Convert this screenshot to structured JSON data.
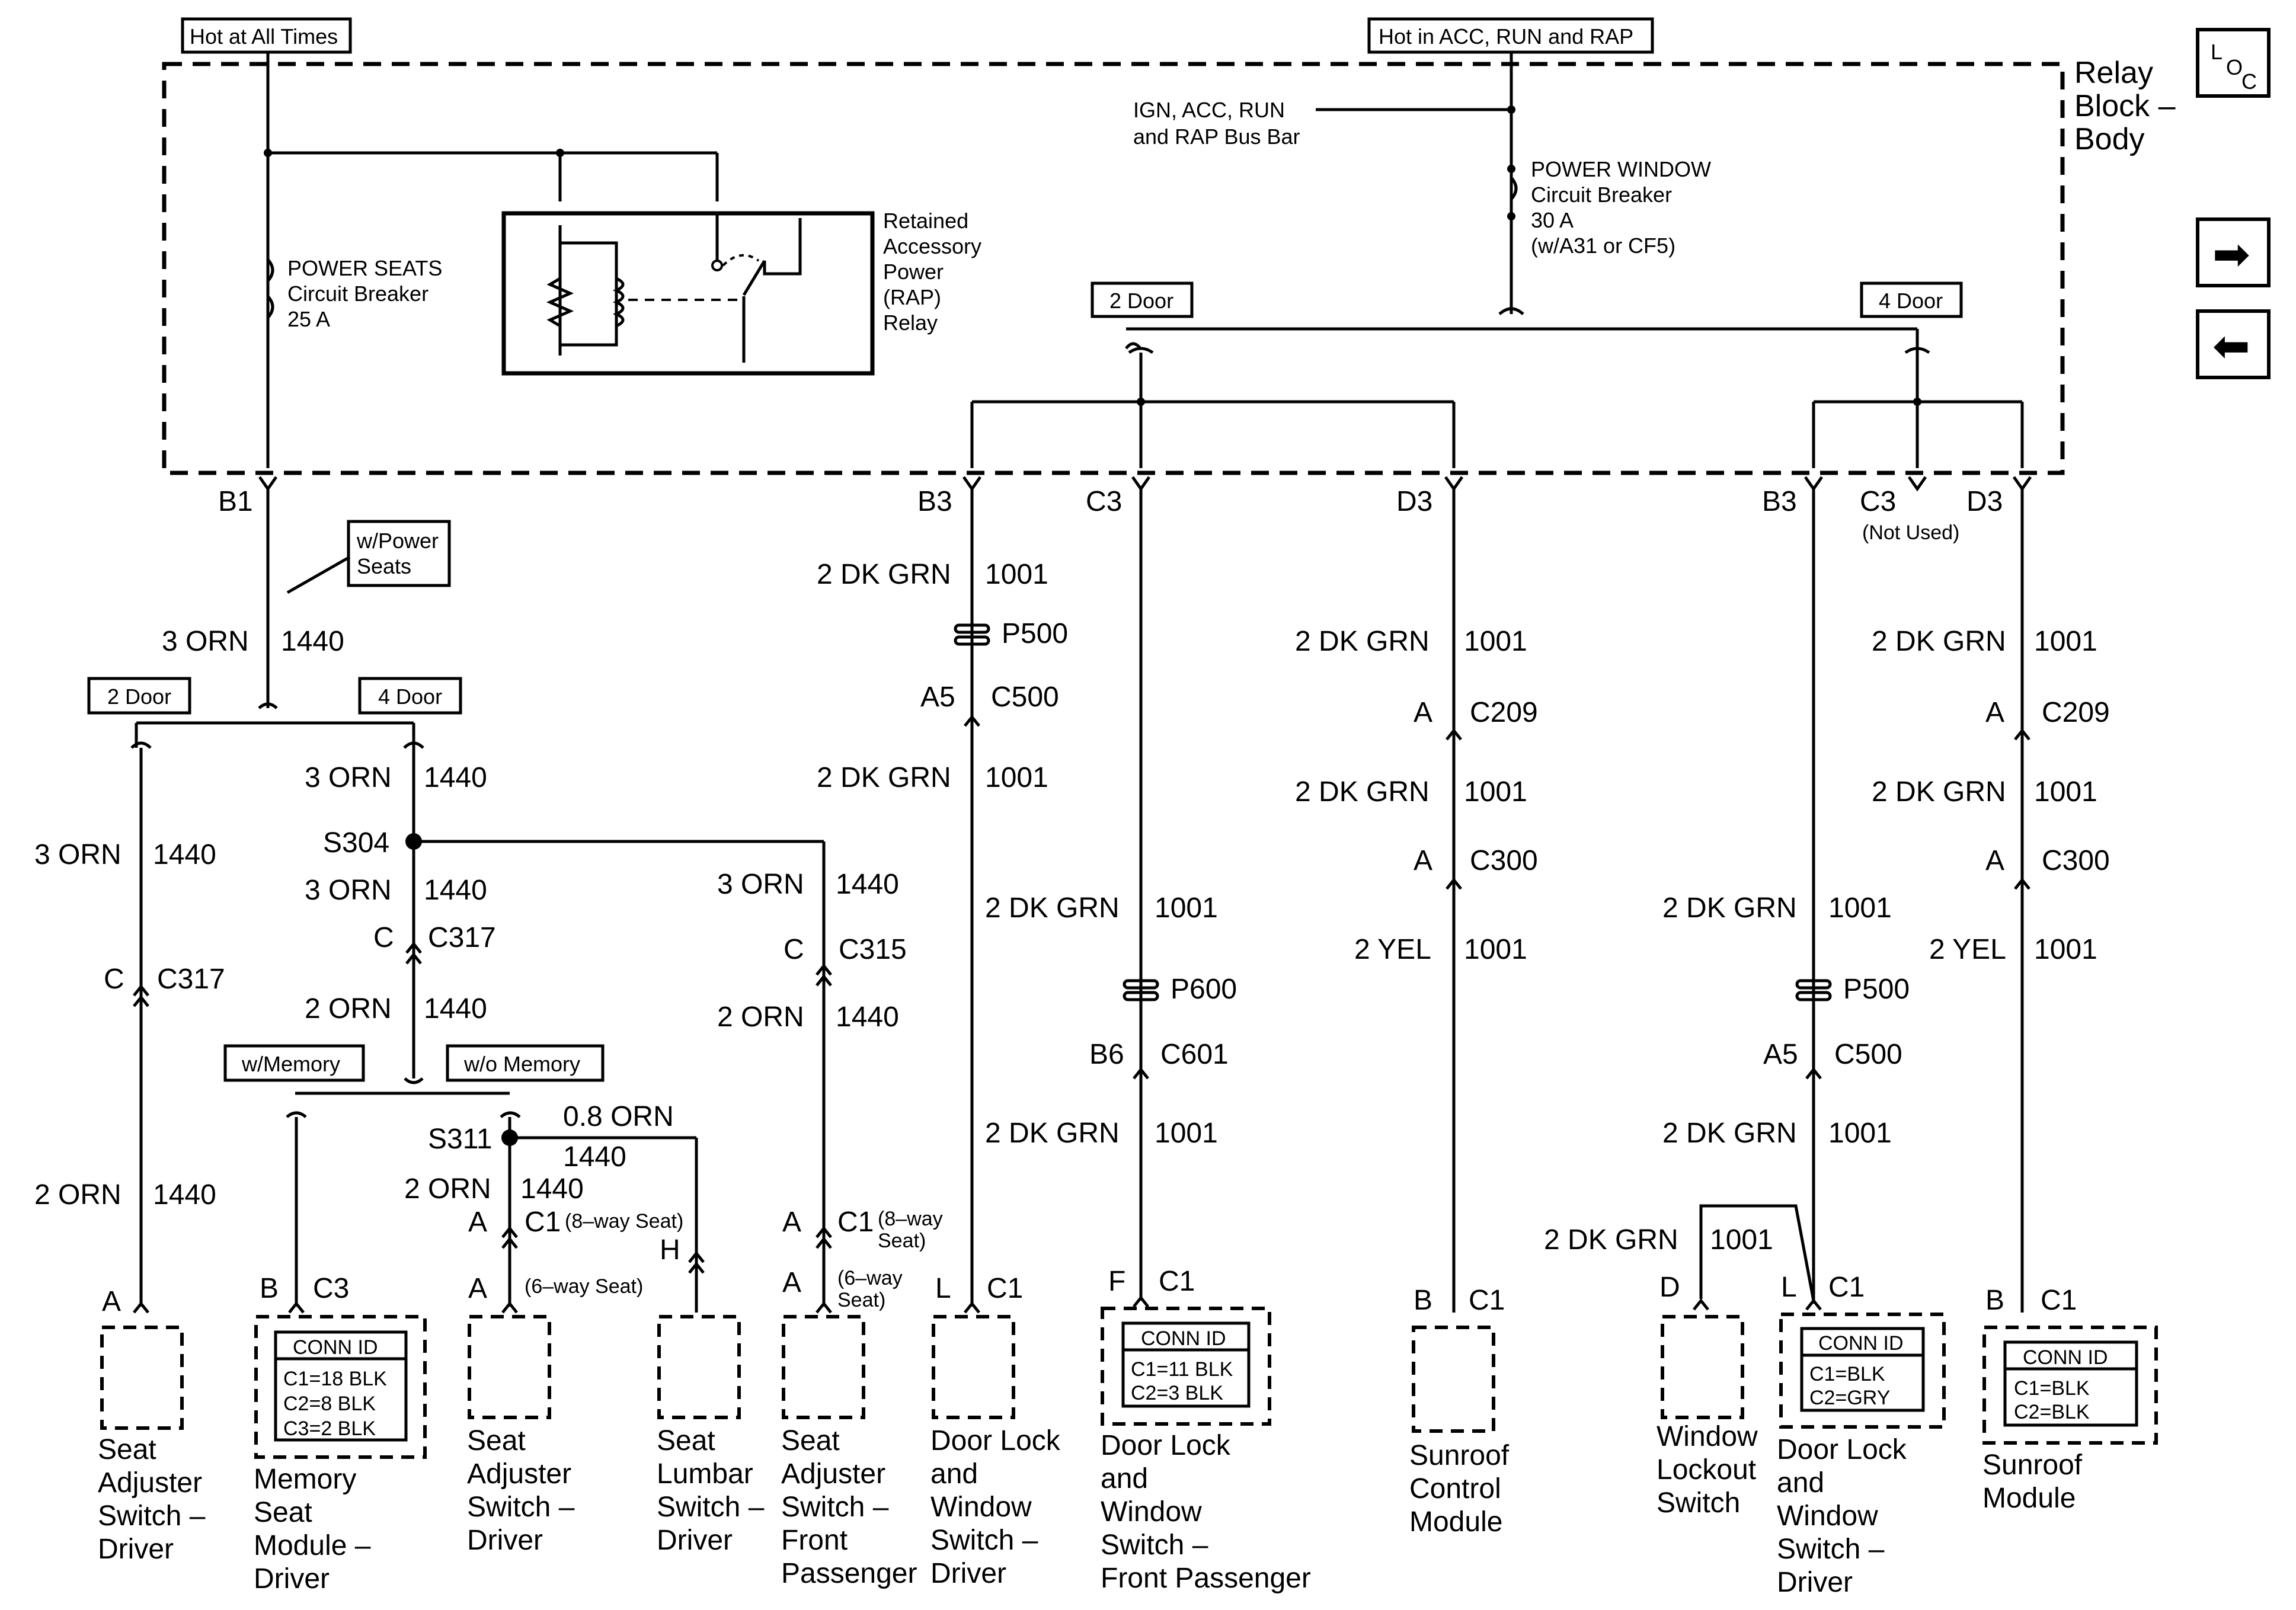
{
  "labels": {
    "hot_all": "Hot at All Times",
    "hot_acc": "Hot in ACC, RUN and RAP",
    "relay_block": [
      "Relay",
      "Block –",
      "Body"
    ],
    "bus_bar": [
      "IGN, ACC, RUN",
      "and RAP Bus Bar"
    ],
    "pw_breaker": [
      "POWER WINDOW",
      "Circuit Breaker",
      "30 A",
      "(w/A31 or CF5)"
    ],
    "ps_breaker": [
      "POWER SEATS",
      "Circuit Breaker",
      "25 A"
    ],
    "rap_relay": [
      "Retained",
      "Accessory",
      "Power",
      "(RAP)",
      "Relay"
    ],
    "two_door": "2 Door",
    "four_door": "4 Door",
    "w_power_seats": [
      "w/Power",
      "Seats"
    ],
    "w_memory": "w/Memory",
    "wo_memory": "w/o Memory",
    "not_used": "(Not Used)",
    "eight_way": [
      "(8–way Seat)"
    ],
    "eight_way_2": [
      "(8–way",
      "Seat)"
    ],
    "six_way": "(6–way Seat)",
    "six_way_2": [
      "(6–way",
      "Seat)"
    ],
    "conn_id": "CONN ID"
  },
  "pins": {
    "b1": "B1",
    "b3": "B3",
    "c3": "C3",
    "d3": "D3",
    "a": "A",
    "a5": "A5",
    "b6": "B6",
    "c": "C",
    "b": "B",
    "f": "F",
    "l": "L",
    "d": "D",
    "h": "H"
  },
  "connectors": {
    "c1": "C1",
    "c3": "C3",
    "c209": "C209",
    "c300": "C300",
    "c317": "C317",
    "c315": "C315",
    "c500": "C500",
    "c601": "C601",
    "p500": "P500",
    "p600": "P600",
    "s304": "S304",
    "s311": "S311"
  },
  "wires": {
    "orn3": "3 ORN",
    "orn2": "2 ORN",
    "orn08": "0.8 ORN",
    "grn2": "2 DK GRN",
    "yel2": "2 YEL",
    "c1440": "1440",
    "c1001": "1001"
  },
  "components": {
    "seat_adj_driver": [
      "Seat",
      "Adjuster",
      "Switch –",
      "Driver"
    ],
    "memory_seat": [
      "Memory",
      "Seat",
      "Module –",
      "Driver"
    ],
    "memory_conn": [
      "C1=18 BLK",
      "C2=8 BLK",
      "C3=2 BLK"
    ],
    "seat_adj_driver2": [
      "Seat",
      "Adjuster",
      "Switch –",
      "Driver"
    ],
    "lumbar": [
      "Seat",
      "Lumbar",
      "Switch –",
      "Driver"
    ],
    "seat_adj_pass": [
      "Seat",
      "Adjuster",
      "Switch –",
      "Front",
      "Passenger"
    ],
    "door_lock_driver": [
      "Door Lock",
      "and",
      "Window",
      "Switch –",
      "Driver"
    ],
    "door_lock_pass": [
      "Door Lock",
      "and",
      "Window",
      "Switch –",
      "Front Passenger"
    ],
    "door_lock_pass_conn": [
      "C1=11 BLK",
      "C2=3 BLK"
    ],
    "sunroof_ctrl": [
      "Sunroof",
      "Control",
      "Module"
    ],
    "window_lockout": [
      "Window",
      "Lockout",
      "Switch"
    ],
    "door_lock_driver4": [
      "Door Lock",
      "and",
      "Window",
      "Switch –",
      "Driver"
    ],
    "door_lock_driver4_conn": [
      "C1=BLK",
      "C2=GRY"
    ],
    "sunroof_mod": [
      "Sunroof",
      "Module"
    ],
    "sunroof_mod_conn": [
      "C1=BLK",
      "C2=BLK"
    ]
  },
  "nav": {
    "loc_l": "L",
    "loc_o": "O",
    "loc_c": "C",
    "next_glyph": "➡",
    "prev_glyph": "⬅"
  }
}
